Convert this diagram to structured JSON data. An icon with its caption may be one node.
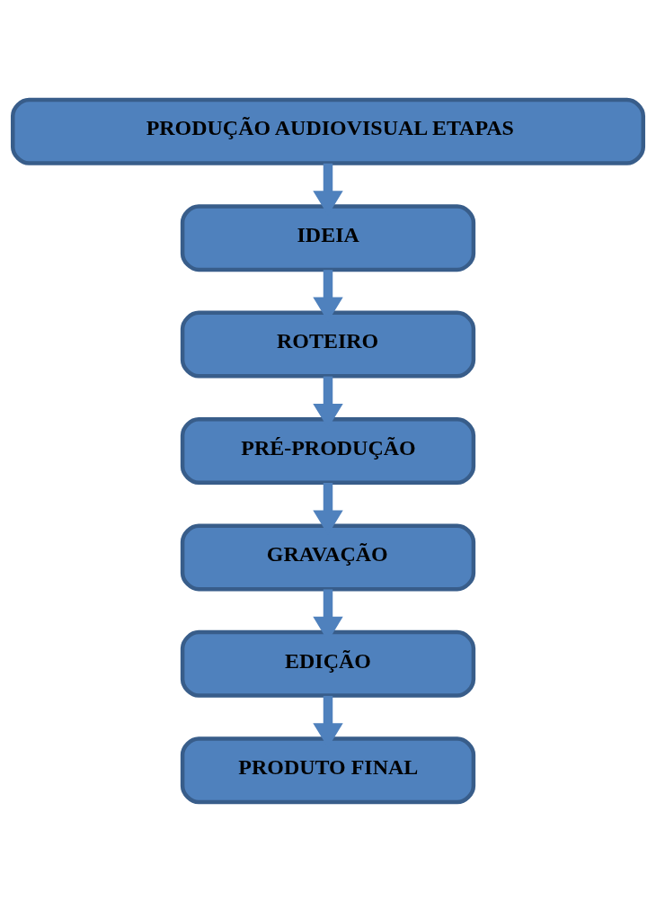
{
  "diagram": {
    "nodes": [
      {
        "text": [
          "PRODUÇÃO AUDIOVISUAL ETAPAS"
        ]
      },
      {
        "text": [
          "IDEIA"
        ]
      },
      {
        "text": [
          "ROTEIRO"
        ]
      },
      {
        "text": [
          "PRÉ-PRODUÇÃO"
        ]
      },
      {
        "text": [
          "GRAVAÇÃO"
        ]
      },
      {
        "text": [
          "EDIÇÃO"
        ]
      },
      {
        "text": [
          "PRODUTO FINAL"
        ]
      }
    ],
    "edges": [
      {
        "from": 0,
        "to": 1,
        "arrow": "to"
      },
      {
        "from": 1,
        "to": 2,
        "arrow": "to"
      },
      {
        "from": 2,
        "to": 3,
        "arrow": "to"
      },
      {
        "from": 3,
        "to": 4,
        "arrow": "to"
      },
      {
        "from": 4,
        "to": 5,
        "arrow": "to"
      },
      {
        "from": 5,
        "to": 6,
        "arrow": "to"
      }
    ]
  }
}
